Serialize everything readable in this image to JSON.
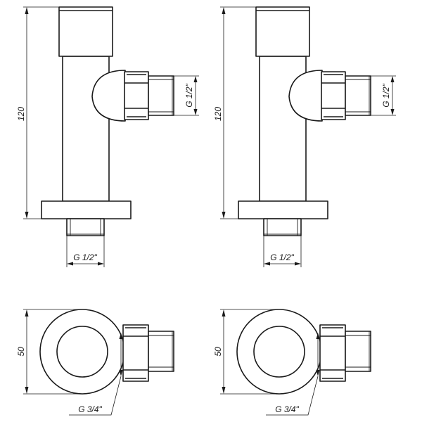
{
  "views": {
    "front_left": {
      "height_label": "120",
      "side_thread_label": "G 1/2\"",
      "bottom_thread_label": "G 1/2\""
    },
    "front_right": {
      "height_label": "120",
      "side_thread_label": "G 1/2\"",
      "bottom_thread_label": "G 1/2\""
    },
    "top_left": {
      "diameter_label": "50",
      "thread_label": "G 3/4\""
    },
    "top_right": {
      "diameter_label": "50",
      "thread_label": "G 3/4\""
    }
  },
  "colors": {
    "line": "#1a1a1a",
    "background": "#ffffff"
  }
}
